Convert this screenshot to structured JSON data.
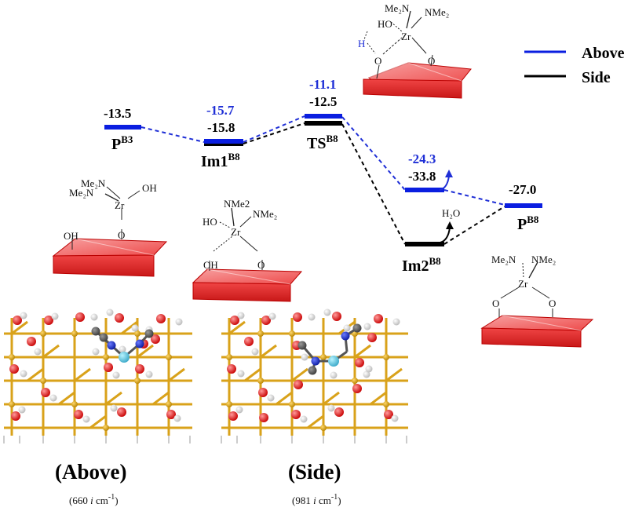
{
  "legend": {
    "above": "Above",
    "side": "Side",
    "above_color": "#0a1ee0",
    "side_color": "#000000"
  },
  "states": {
    "pb3": {
      "name": "P",
      "sup": "B3",
      "above_value": "-13.5"
    },
    "im1": {
      "name": "Im1",
      "sup": "B8",
      "above_value": "-15.7",
      "side_value": "-15.8"
    },
    "ts": {
      "name": "TS",
      "sup": "B8",
      "above_value": "-11.1",
      "side_value": "-12.5"
    },
    "im2": {
      "name": "Im2",
      "sup": "B8",
      "above_value": "-24.3",
      "side_value": "-33.8"
    },
    "pb8": {
      "name": "P",
      "sup": "B8",
      "above_value": "-27.0"
    }
  },
  "structures": {
    "ts_top": {
      "me2n": "Me₂N",
      "nme2": "NMe₂",
      "ho": "HO",
      "zr": "Zr",
      "h": "H",
      "o1": "O",
      "o2": "O"
    },
    "pb3": {
      "me2n_1": "Me₂N",
      "me2n_2": "Me₂N",
      "oh": "OH",
      "zr": "Zr",
      "oh_surface": "OH",
      "o": "O"
    },
    "im1": {
      "nme2_top": "NMe2",
      "nme2": "NMe₂",
      "ho": "HO",
      "zr": "Zr",
      "oh_surface": "OH",
      "o": "O"
    },
    "im2_water": "H₂O",
    "pb8": {
      "me2n": "Me₂N",
      "nme2": "NMe₂",
      "zr": "Zr",
      "o1": "O",
      "o2": "O"
    }
  },
  "panels": {
    "above": {
      "title": "(Above)",
      "freq_num": "(660 ",
      "freq_i": "i",
      "freq_unit": " cm",
      "freq_exp": "-1",
      "freq_close": ")"
    },
    "side": {
      "title": "(Side)",
      "freq_num": "(981 ",
      "freq_i": "i",
      "freq_unit": " cm",
      "freq_exp": "-1",
      "freq_close": ")"
    }
  }
}
